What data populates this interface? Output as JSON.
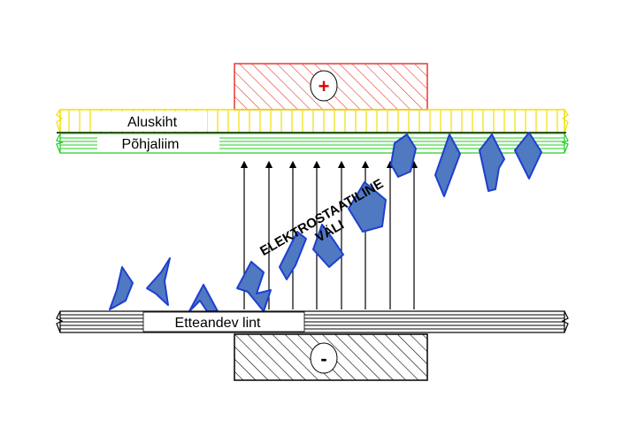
{
  "labels": {
    "substrate": "Aluskiht",
    "base_glue": "Põhjaliim",
    "field_line1": "ELEKTROSTAATILINE",
    "field_line2": "VÄLI",
    "feed_belt": "Etteandev lint"
  },
  "electrodes": {
    "positive_sign": "+",
    "negative_sign": "-"
  },
  "colors": {
    "positive_hatch": "#e53935",
    "negative_hatch": "#000000",
    "substrate": "#f0e000",
    "glue": "#22cc22",
    "particle_fill": "#4f79c0",
    "particle_stroke": "#1f3fcf",
    "plus_sign": "#e00000"
  }
}
